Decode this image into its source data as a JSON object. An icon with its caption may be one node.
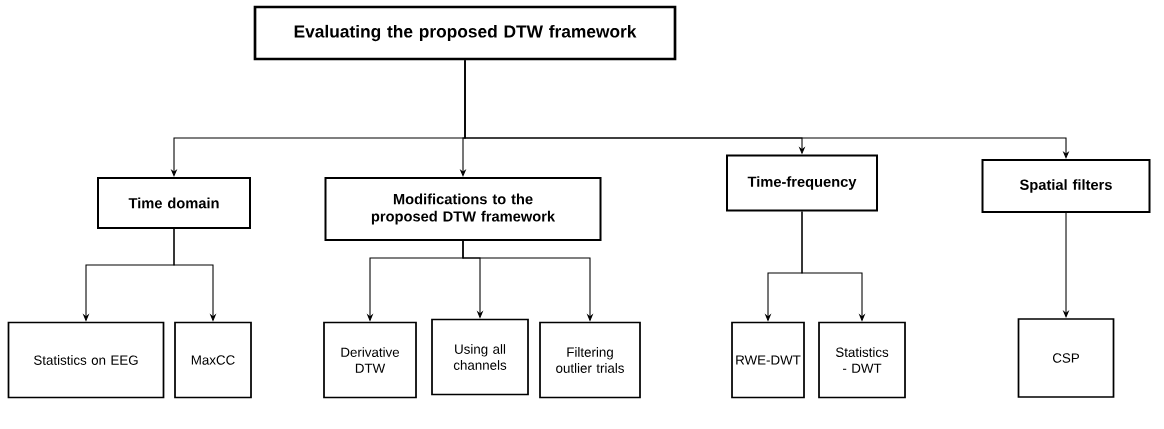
{
  "diagram": {
    "nodes": [
      {
        "text": [
          "Evaluating the proposed DTW framework"
        ]
      },
      {
        "text": [
          "Time domain"
        ]
      },
      {
        "text": [
          "Modifications to the proposed DTW framework"
        ]
      },
      {
        "text": [
          "Time-frequency"
        ]
      },
      {
        "text": [
          "Spatial filters"
        ]
      },
      {
        "text": [
          "Statistics on EEG"
        ]
      },
      {
        "text": [
          "MaxCC"
        ]
      },
      {
        "text": [
          "Derivative DTW"
        ]
      },
      {
        "text": [
          "Using all channels"
        ]
      },
      {
        "text": [
          "Filtering outlier trials"
        ]
      },
      {
        "text": [
          "RWE-DWT"
        ]
      },
      {
        "text": [
          "Statistics - DWT"
        ]
      },
      {
        "text": [
          "CSP"
        ]
      }
    ],
    "edges": [
      {
        "from": 0,
        "to": 1,
        "arrow": "to"
      },
      {
        "from": 0,
        "to": 2,
        "arrow": "to"
      },
      {
        "from": 0,
        "to": 3,
        "arrow": "to"
      },
      {
        "from": 0,
        "to": 4,
        "arrow": "to"
      },
      {
        "from": 1,
        "to": 5,
        "arrow": "to"
      },
      {
        "from": 1,
        "to": 6,
        "arrow": "to"
      },
      {
        "from": 2,
        "to": 7,
        "arrow": "to"
      },
      {
        "from": 2,
        "to": 8,
        "arrow": "to"
      },
      {
        "from": 2,
        "to": 9,
        "arrow": "to"
      },
      {
        "from": 3,
        "to": 10,
        "arrow": "to"
      },
      {
        "from": 3,
        "to": 11,
        "arrow": "to"
      },
      {
        "from": 4,
        "to": 12,
        "arrow": "to"
      }
    ]
  }
}
